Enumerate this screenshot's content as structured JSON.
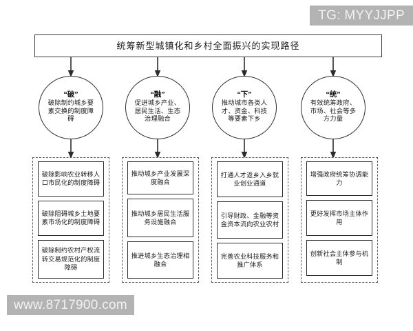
{
  "diagram": {
    "title": "统筹新型城镇化和乡村全面振兴的实现路径",
    "branches": [
      {
        "key": "“破”",
        "desc": "破除制约城乡要素交换的制度障碍",
        "items": [
          "破除影响农业转移人口市民化的制度障碍",
          "破除阻碍城乡土地要素市场化的制度障碍",
          "破除制约农村产权流转交易规范化的制度障碍"
        ]
      },
      {
        "key": "“融”",
        "desc": "促进城乡产业、居民生活、生态治理融合",
        "items": [
          "推动城乡产业发展深度融合",
          "推动城乡居民生活服务设施融合",
          "推进城乡生态治理相融合"
        ]
      },
      {
        "key": "“下”",
        "desc": "推动城市各类人才、资金、科技等要素下乡",
        "items": [
          "打通人才返乡入乡就业创业通道",
          "引导财政、金融等资金资本流向农业农村",
          "完善农业科技服务和推广体系"
        ]
      },
      {
        "key": "“统”",
        "desc": "有效统筹政府、市场、社会等多方力量",
        "items": [
          "增强政府统筹协调能力",
          "更好发挥市场主体作用",
          "创新社会主体参与机制"
        ]
      }
    ]
  },
  "watermarks": {
    "top_right": "TG: MYYJJPP",
    "bottom_left": "www.8717900.com"
  },
  "colors": {
    "stroke": "#2b2b2b",
    "dashed_stroke": "#5a5a5a",
    "text": "#1a1a1a",
    "background": "#ffffff",
    "watermark_bg": "#b3b3b3",
    "watermark_text": "#f2f2f2"
  }
}
